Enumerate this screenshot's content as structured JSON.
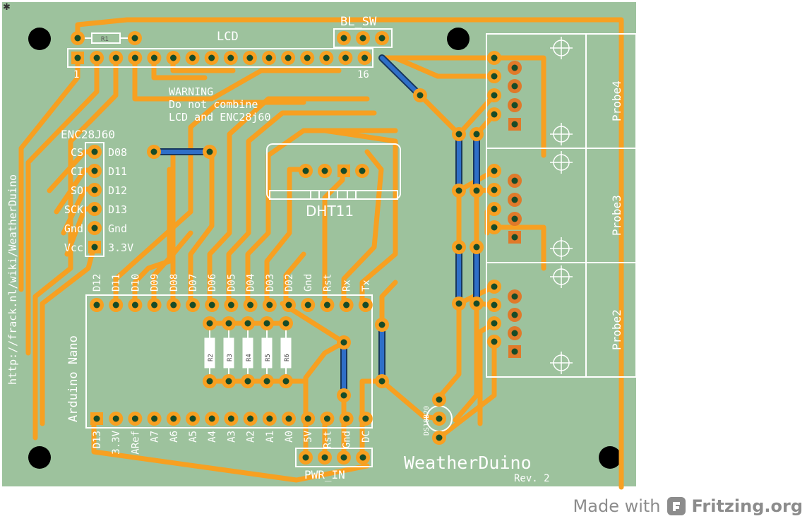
{
  "board": {
    "title": "WeatherDuino",
    "revision": "Rev. 2",
    "url_text": "http://frack.nl/wiki/WeatherDuino",
    "colors": {
      "board": "#9dc29d",
      "copper": "#f7a021",
      "jumper": "#2f6fc8",
      "hole": "#174b28",
      "silkscreen": "#ffffff"
    }
  },
  "labels": {
    "lcd": "LCD",
    "bl_sw": "BL_SW",
    "lcd_pin_first": "1",
    "lcd_pin_last": "16",
    "r1": "R1",
    "warning": [
      "WARNING",
      "Do not combine",
      "LCD and ENC28j60"
    ],
    "enc": "ENC28J60",
    "enc_left": [
      "CS",
      "CI",
      "SO",
      "SCK",
      "Gnd",
      "Vcc"
    ],
    "enc_right": [
      "D08",
      "D11",
      "D12",
      "D13",
      "Gnd",
      "3.3V"
    ],
    "dht": "DHT11",
    "nano": "Arduino Nano",
    "nano_top": [
      "D12",
      "D11",
      "D10",
      "D09",
      "D08",
      "D07",
      "D06",
      "D05",
      "D04",
      "D03",
      "D02",
      "Gnd",
      "Rst",
      "Rx",
      "Tx"
    ],
    "nano_bottom": [
      "D13",
      "3.3V",
      "ARef",
      "A7",
      "A6",
      "A5",
      "A4",
      "A3",
      "A2",
      "A1",
      "A0",
      "5V",
      "Rst",
      "Gnd",
      "DC"
    ],
    "resistors": [
      "R2",
      "R3",
      "R4",
      "R5",
      "R6"
    ],
    "ds18b20": "DS18B20",
    "pwr_in": "PWR_IN",
    "probes": [
      "Probe4",
      "Probe3",
      "Probe2"
    ]
  },
  "footer": {
    "made_with": "Made with",
    "brand": "Fritzing.org"
  }
}
